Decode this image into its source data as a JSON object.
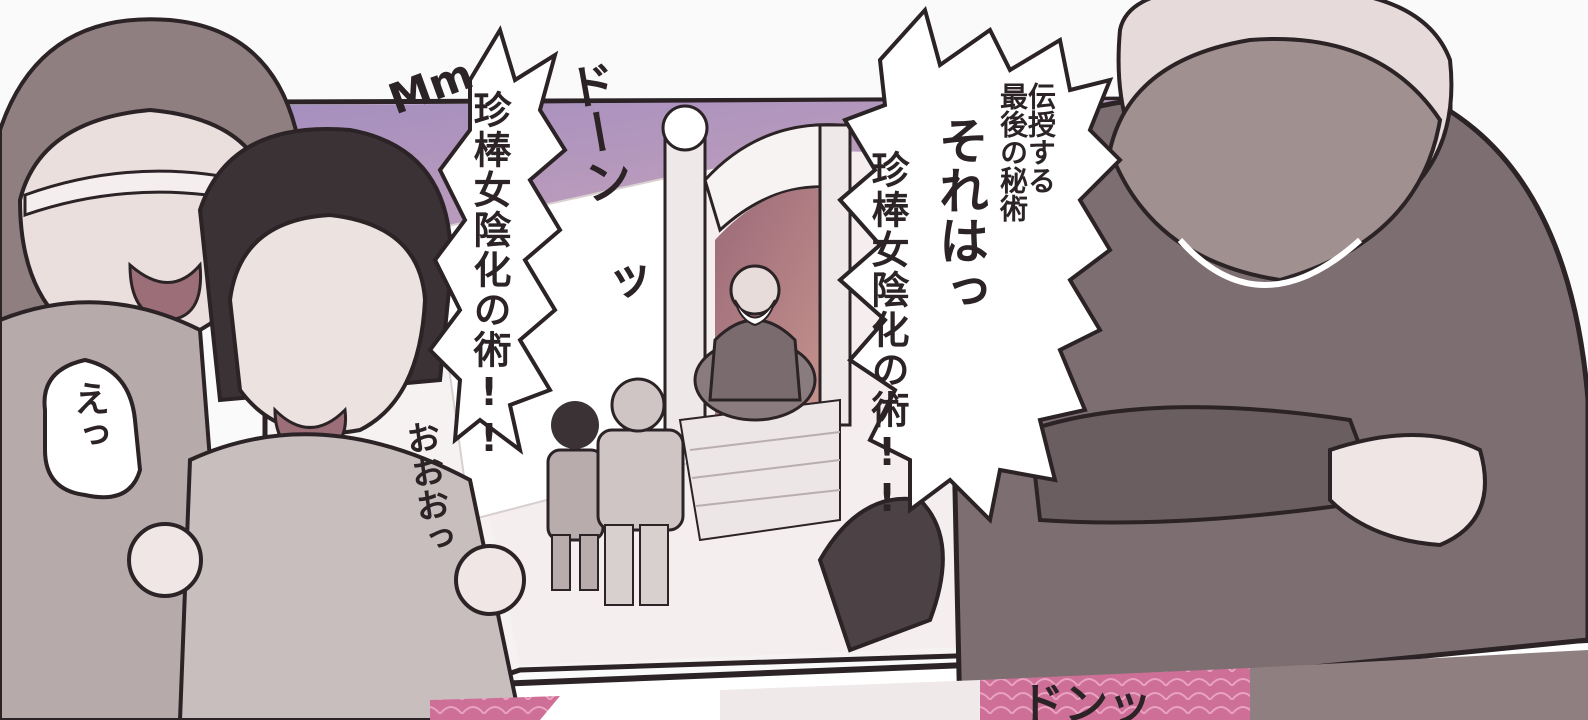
{
  "speech": {
    "left_bubble_text": "珍棒女陰化の術!!",
    "right_bubble_small": "伝授する\n最後の秘術",
    "right_bubble_emph": "それはっ",
    "right_bubble_main": "珍棒女陰化の術!!"
  },
  "sfx": {
    "top_left_mm": "Mm",
    "dododon": "ドーン ッ",
    "eh": "えっ",
    "ooo": "おおおっ",
    "bottom_don": "ドンッ"
  },
  "colors": {
    "ink": "#2b2326",
    "sky_purple": "#a58fbf",
    "robe_gray": "#8a7c7e",
    "skin": "#e8dcda",
    "floor": "#f4efee",
    "pink_pattern": "#d96b8f"
  }
}
